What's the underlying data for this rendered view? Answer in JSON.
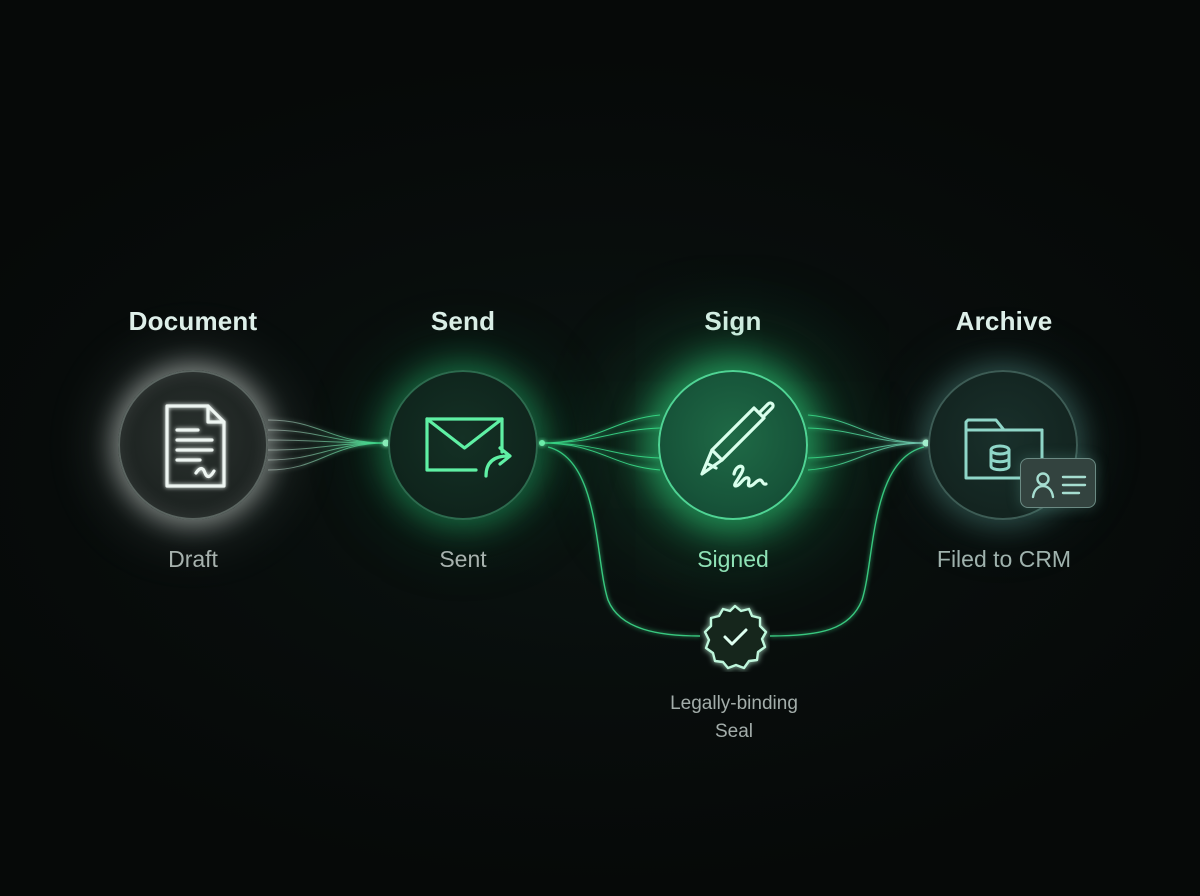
{
  "steps": [
    {
      "title": "Document",
      "status": "Draft",
      "icon": "document-icon"
    },
    {
      "title": "Send",
      "status": "Sent",
      "icon": "envelope-send-icon"
    },
    {
      "title": "Sign",
      "status": "Signed",
      "icon": "pen-signature-icon"
    },
    {
      "title": "Archive",
      "status": "Filed to CRM",
      "icon": "folder-database-icon"
    }
  ],
  "seal": {
    "label_line1": "Legally-binding",
    "label_line2": "Seal",
    "icon": "verified-seal-icon"
  },
  "colors": {
    "background": "#070b0a",
    "accent_green": "#3fe08e",
    "title_text": "#dff0ea",
    "status_text": "#a7b2ae",
    "teal": "#8fd6c8"
  }
}
